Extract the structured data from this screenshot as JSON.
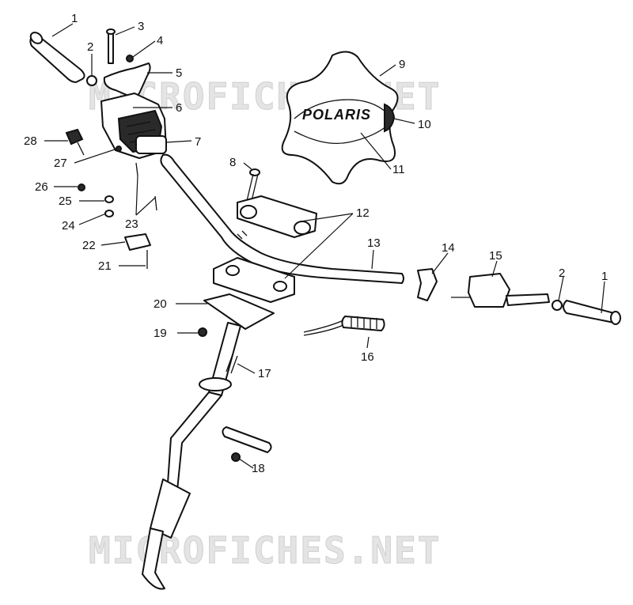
{
  "watermark": {
    "text": "MICROFICHES.NET"
  },
  "brand_label": "POLARIS",
  "callouts": {
    "c1a": "1",
    "c2a": "2",
    "c3": "3",
    "c4": "4",
    "c5": "5",
    "c6": "6",
    "c7": "7",
    "c8": "8",
    "c9": "9",
    "c10": "10",
    "c11": "11",
    "c12": "12",
    "c13": "13",
    "c14": "14",
    "c15": "15",
    "c2b": "2",
    "c1b": "1",
    "c16": "16",
    "c17": "17",
    "c18": "18",
    "c19": "19",
    "c20": "20",
    "c21": "21",
    "c22": "22",
    "c23": "23",
    "c24": "24",
    "c25": "25",
    "c26": "26",
    "c27": "27",
    "c28": "28"
  }
}
